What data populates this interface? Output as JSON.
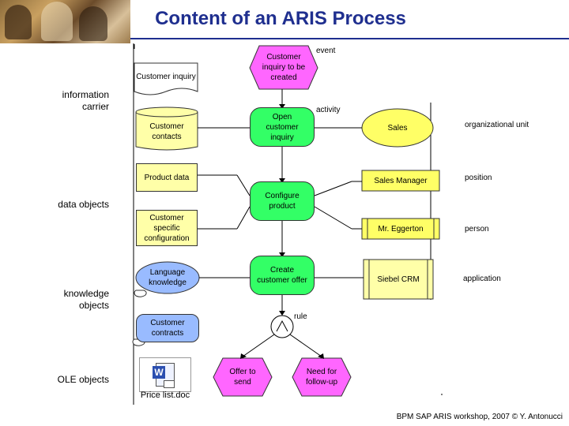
{
  "title": "Content of an ARIS Process",
  "footer": "BPM SAP ARIS workshop, 2007 © Y. Antonucci",
  "left_labels": {
    "information_carrier": "information carrier",
    "data_objects": "data objects",
    "knowledge_objects": "knowledge objects",
    "ole_objects": "OLE objects"
  },
  "right_labels": {
    "event": "event",
    "activity": "activity",
    "organizational_unit": "organizational unit",
    "position": "position",
    "person": "person",
    "application": "application",
    "rule": "rule"
  },
  "nodes": {
    "customer_inquiry_doc": "Customer inquiry",
    "customer_contacts": "Customer contacts",
    "product_data": "Product data",
    "customer_specific_config": "Customer specific configuration",
    "language_knowledge": "Language knowledge",
    "customer_contracts": "Customer contracts",
    "price_list_file": "Price list.doc",
    "event_customer_inquiry": "Customer inquiry to be created",
    "activity_open_inquiry": "Open customer inquiry",
    "activity_configure_product": "Configure product",
    "activity_create_offer": "Create customer offer",
    "event_offer_to_send": "Offer to send",
    "event_need_follow_up": "Need for follow-up",
    "org_sales": "Sales",
    "position_sales_manager": "Sales Manager",
    "person_mr_eggerton": "Mr. Eggerton",
    "app_siebel_crm": "Siebel CRM"
  },
  "colors": {
    "title": "#1f2f8f",
    "event": "#ff66ff",
    "function": "#33ff66",
    "data": "#ffffa8",
    "org": "#ffff66",
    "knowledge": "#99bbff"
  }
}
